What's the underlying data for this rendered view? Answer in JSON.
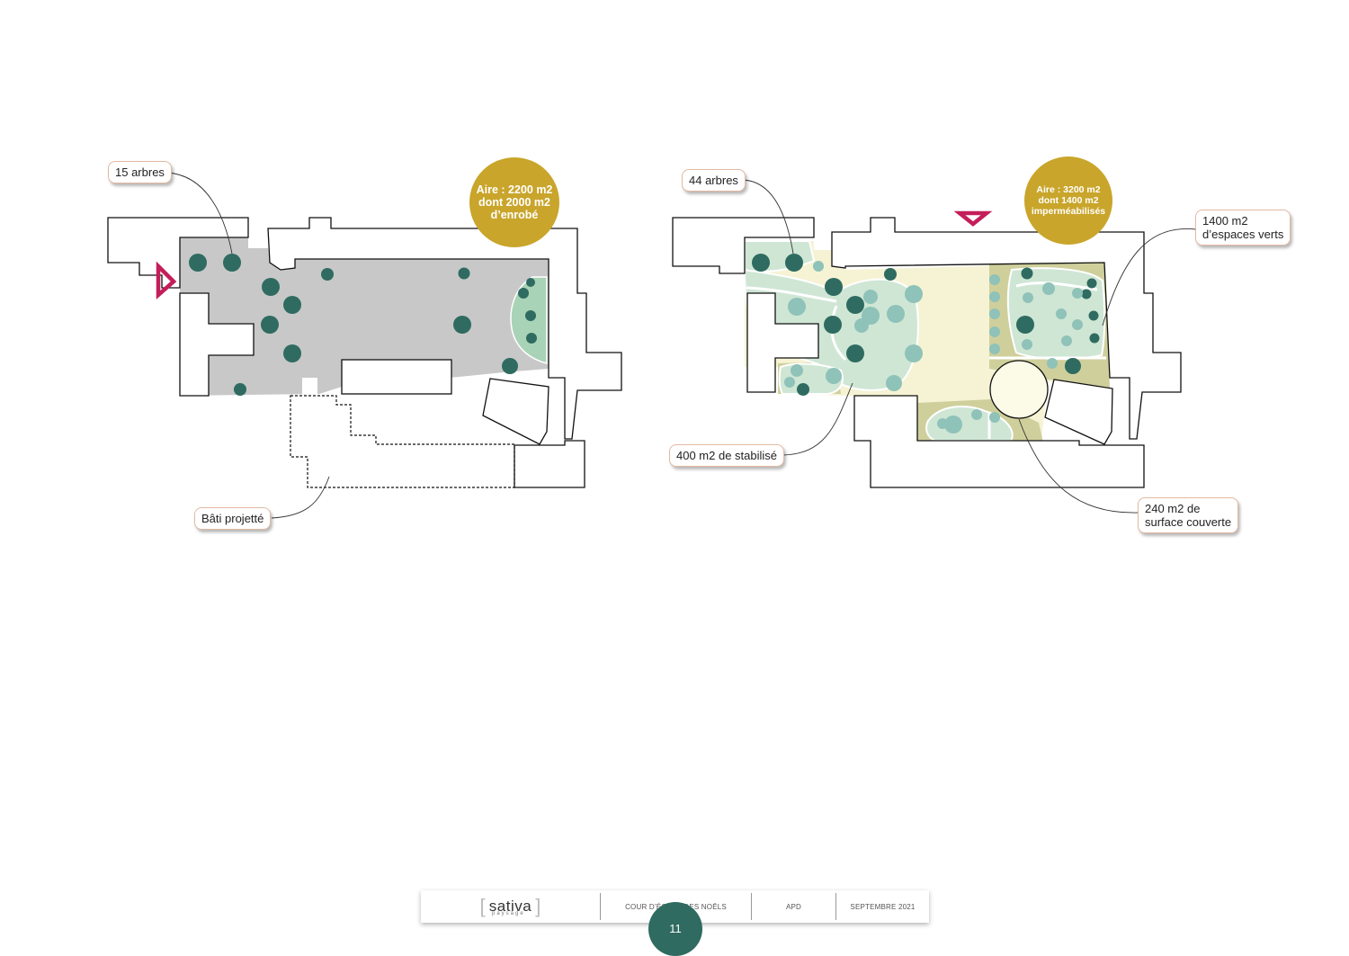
{
  "plan_before": {
    "trees_label": "15 arbres",
    "area_badge": [
      "Aire : 2200 m2",
      "dont 2000 m2",
      "d’enrobé"
    ],
    "projected_building_label": "Bâti projetté"
  },
  "plan_after": {
    "trees_label": "44 arbres",
    "area_badge": [
      "Aire : 3200 m2",
      "dont 1400 m2",
      "imperméabilisés"
    ],
    "green_spaces_label": [
      "1400 m2",
      "d’espaces verts"
    ],
    "stabilized_label": "400 m2 de stabilisé",
    "covered_label": [
      "240 m2 de",
      "surface couverte"
    ]
  },
  "colors": {
    "accent_gold": "#c9a52b",
    "entrance_magenta": "#c41e5a",
    "tree_dark": "#2f6b60",
    "tree_light": "#8fc2b8",
    "asphalt_grey": "#c8c8c8",
    "green_space": "#cfe6d5",
    "stabilized": "#f5f3d4",
    "planted_olive": "#cfcf9c"
  },
  "footer": {
    "logo_main": "sativa",
    "logo_sub": "paysage",
    "project": "COUR D’ÉCOLE DES NOËLS",
    "phase": "APD",
    "date": "SEPTEMBRE 2021",
    "page_number": "11"
  }
}
